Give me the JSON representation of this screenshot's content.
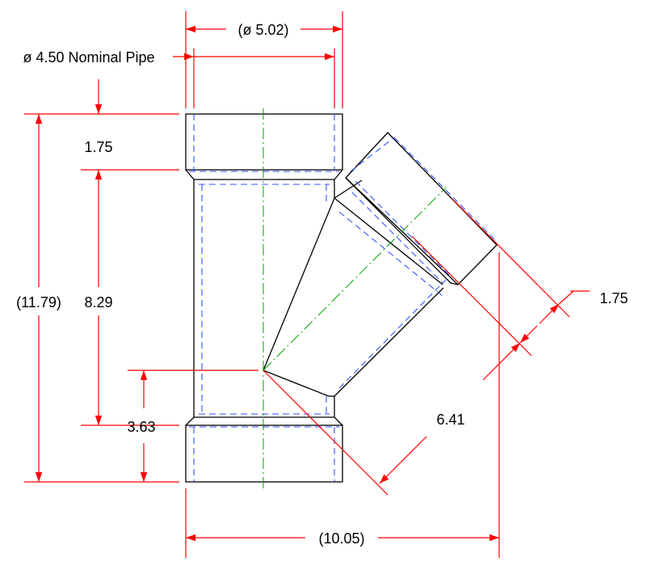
{
  "colors": {
    "outline": "#000000",
    "dimension": "#ff0000",
    "hidden": "#3355ff",
    "centerline": "#00a000",
    "background": "#ffffff"
  },
  "labels": {
    "outer_diameter": "(ø 5.02)",
    "nominal_pipe": "ø 4.50 Nominal Pipe",
    "socket_depth_top": "1.75",
    "total_height": "(11.79)",
    "inner_length": "8.29",
    "branch_offset": "3.63",
    "branch_socket": "1.75",
    "branch_length": "6.41",
    "total_width": "(10.05)"
  }
}
